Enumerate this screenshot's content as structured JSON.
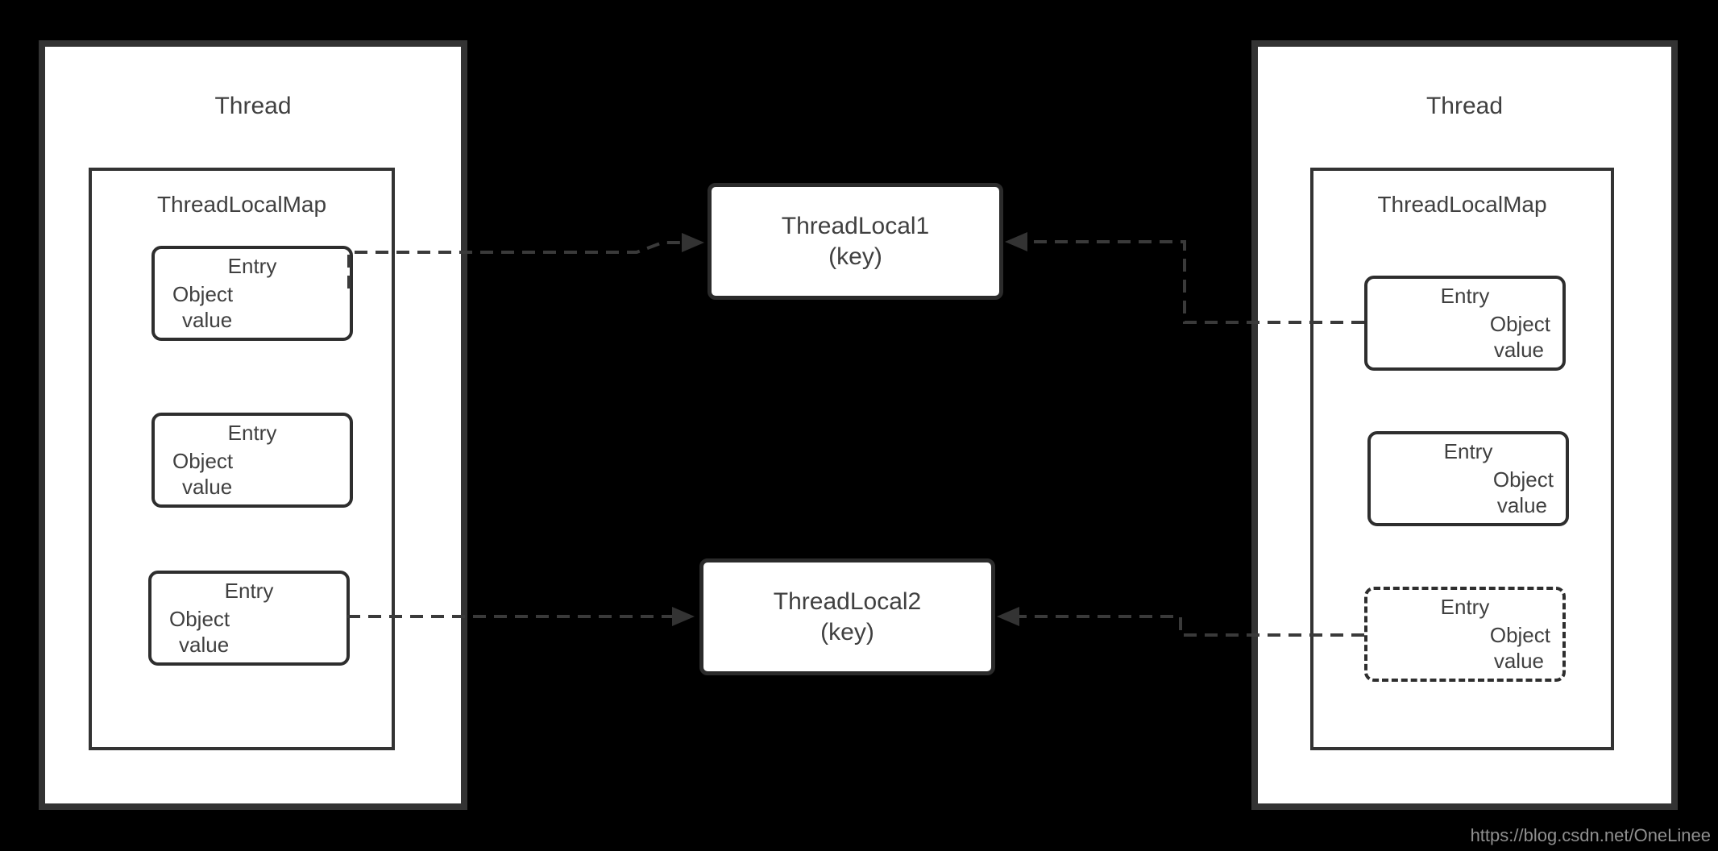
{
  "colors": {
    "background": "#000000",
    "box_fill": "#ffffff",
    "border": "#333333",
    "connector": "#3a3a3a",
    "text": "#404040",
    "watermark_text": "#8f8f8f"
  },
  "left_thread": {
    "title": "Thread",
    "map": {
      "title": "ThreadLocalMap",
      "entries": [
        {
          "title": "Entry",
          "object": "Object",
          "value": "value"
        },
        {
          "title": "Entry",
          "object": "Object",
          "value": "value"
        },
        {
          "title": "Entry",
          "object": "Object",
          "value": "value"
        }
      ]
    }
  },
  "right_thread": {
    "title": "Thread",
    "map": {
      "title": "ThreadLocalMap",
      "entries": [
        {
          "title": "Entry",
          "object": "Object",
          "value": "value"
        },
        {
          "title": "Entry",
          "object": "Object",
          "value": "value"
        },
        {
          "title": "Entry",
          "object": "Object",
          "value": "value"
        }
      ]
    }
  },
  "thread_locals": [
    {
      "title": "ThreadLocal1",
      "subtitle": "(key)"
    },
    {
      "title": "ThreadLocal2",
      "subtitle": "(key)"
    }
  ],
  "watermark": "https://blog.csdn.net/OneLinee"
}
